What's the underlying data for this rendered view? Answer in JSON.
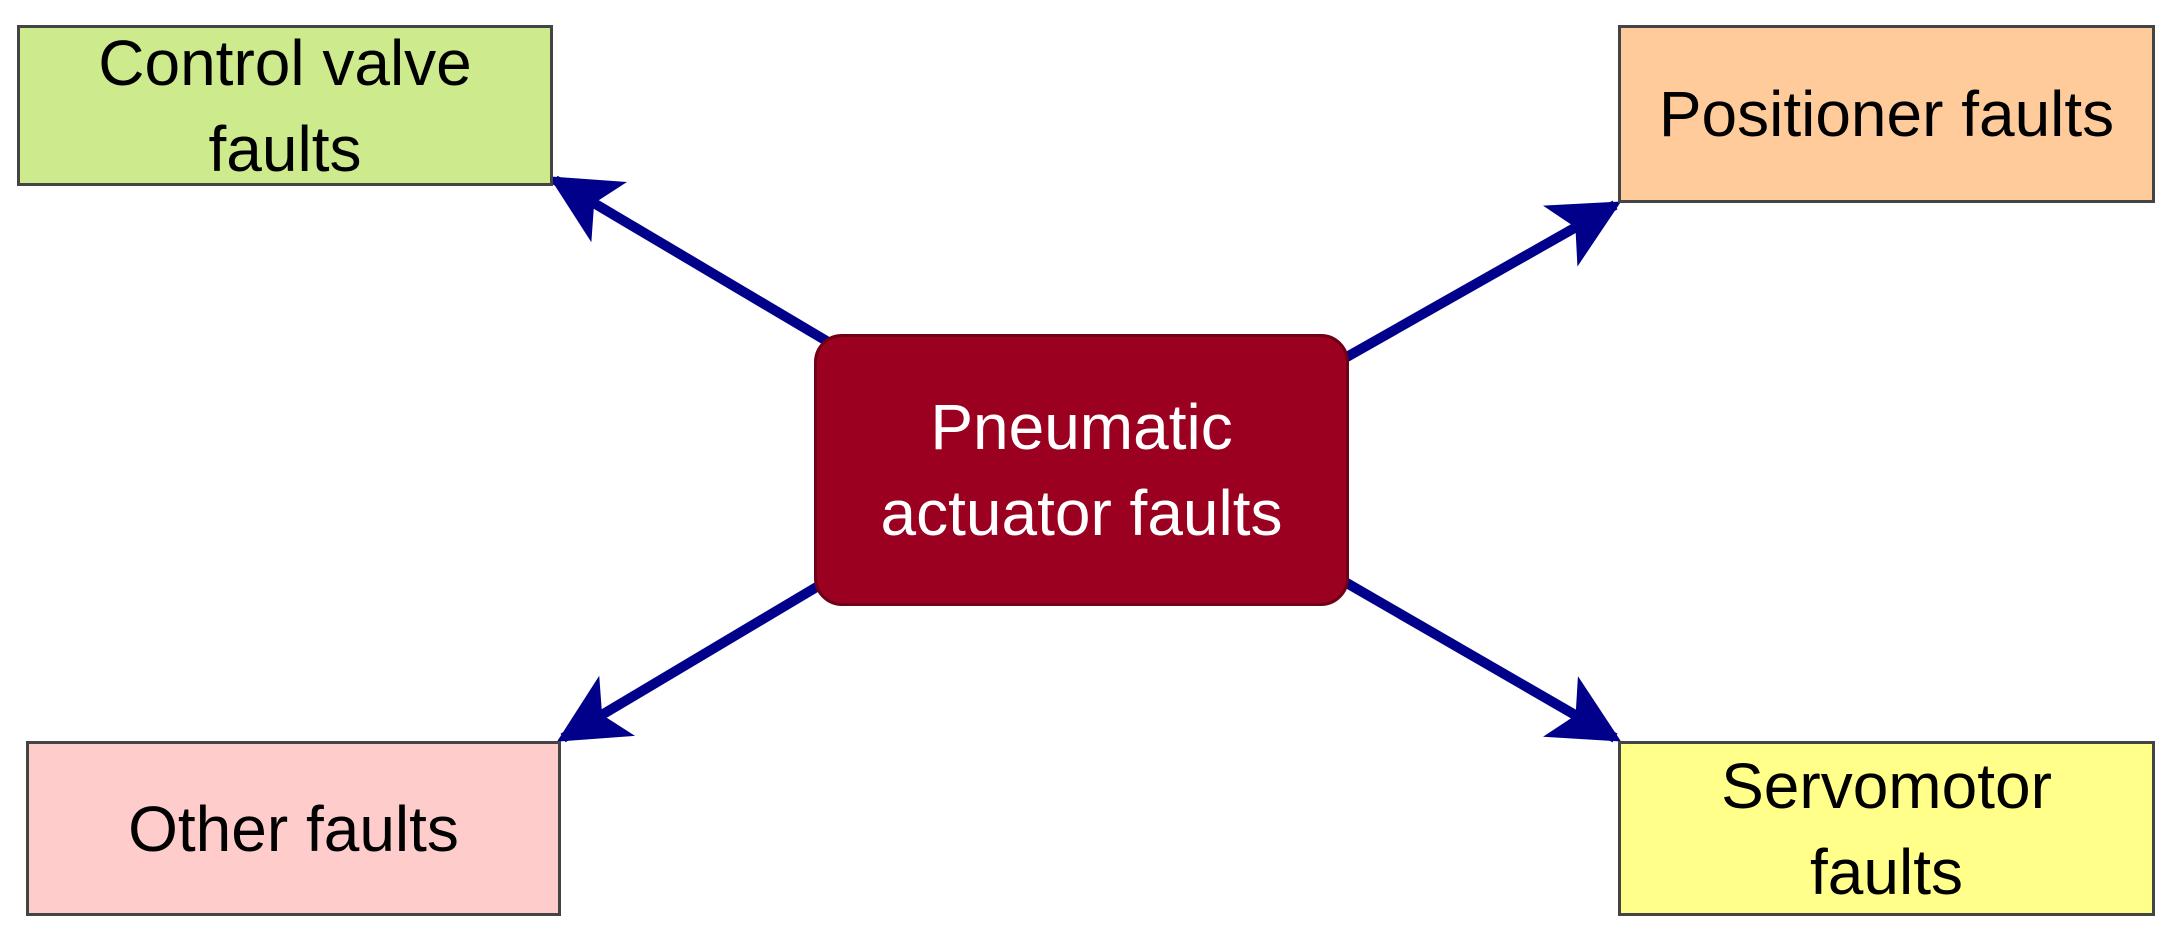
{
  "colors": {
    "arrow": "#00008b",
    "center_fill": "#9b0020",
    "control_valve_fill": "#cdea8d",
    "positioner_fill": "#ffcb9b",
    "other_fill": "#ffcccc",
    "servomotor_fill": "#ffff8a"
  },
  "center": {
    "line1": "Pneumatic",
    "line2": "actuator faults"
  },
  "nodes": {
    "control_valve": {
      "line1": "Control valve",
      "line2": "faults"
    },
    "positioner": {
      "line1": "Positioner faults"
    },
    "other": {
      "line1": "Other faults"
    },
    "servomotor": {
      "line1": "Servomotor",
      "line2": "faults"
    }
  }
}
